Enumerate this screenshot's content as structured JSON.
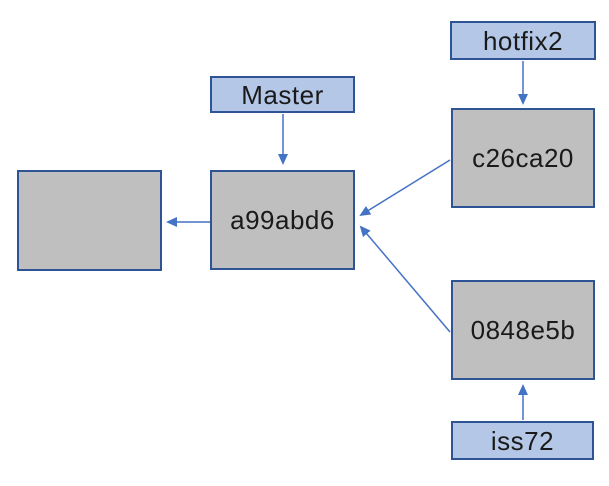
{
  "diagram": {
    "type": "git-branch-diagram",
    "colors": {
      "branch_label_fill": "#b4c7e7",
      "commit_fill": "#bfbfbf",
      "box_border": "#2e5496",
      "arrow": "#4472c4",
      "text": "#1a1a1a",
      "background": "#ffffff"
    },
    "nodes": {
      "empty": {
        "label": "",
        "kind": "commit"
      },
      "master": {
        "label": "Master",
        "kind": "branch-label"
      },
      "hotfix2": {
        "label": "hotfix2",
        "kind": "branch-label"
      },
      "iss72": {
        "label": "iss72",
        "kind": "branch-label"
      },
      "c26ca20": {
        "label": "c26ca20",
        "kind": "commit"
      },
      "a99abd6": {
        "label": "a99abd6",
        "kind": "commit"
      },
      "c0848e5b": {
        "label": "0848e5b",
        "kind": "commit"
      }
    },
    "edges": [
      {
        "from": "Master",
        "to": "a99abd6"
      },
      {
        "from": "hotfix2",
        "to": "c26ca20"
      },
      {
        "from": "iss72",
        "to": "0848e5b"
      },
      {
        "from": "a99abd6",
        "to": "(empty commit)"
      },
      {
        "from": "c26ca20",
        "to": "a99abd6"
      },
      {
        "from": "0848e5b",
        "to": "a99abd6"
      }
    ]
  }
}
